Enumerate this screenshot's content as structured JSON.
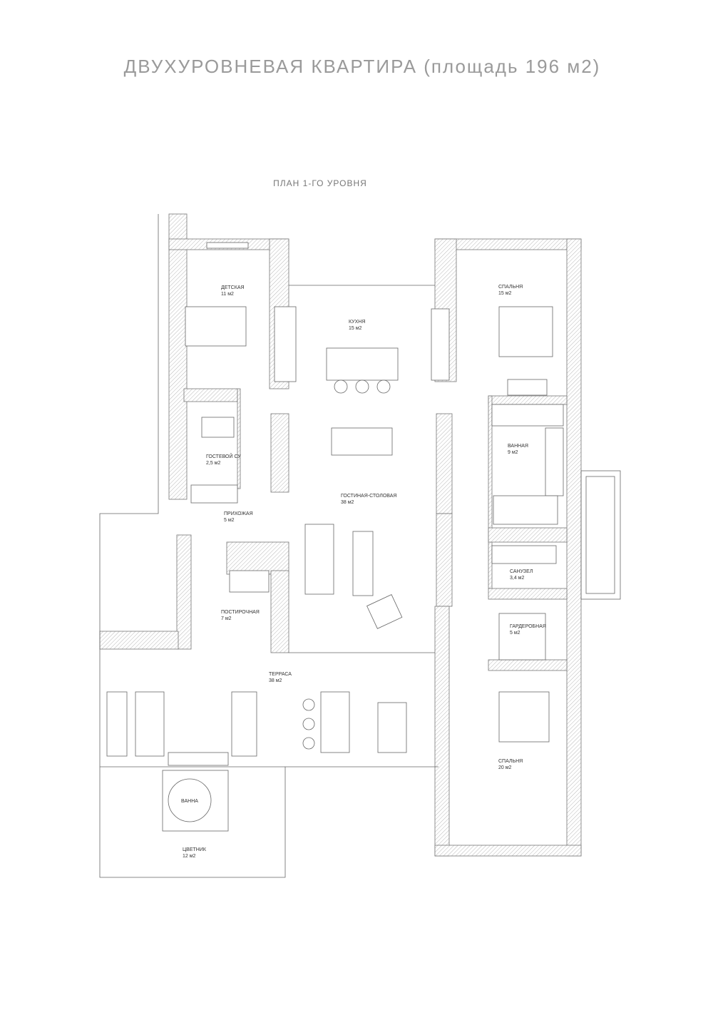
{
  "header": {
    "title": "ДВУХУРОВНЕВАЯ КВАРТИРА (площадь 196 м2)",
    "subtitle": "ПЛАН 1-ГО УРОВНЯ"
  },
  "rooms": [
    {
      "name": "ДЕТСКАЯ",
      "area": "11 м2"
    },
    {
      "name": "КУХНЯ",
      "area": "15 м2"
    },
    {
      "name": "СПАЛЬНЯ",
      "area": "15 м2"
    },
    {
      "name": "ГОСТЕВОЙ СУ",
      "area": "2,5 м2"
    },
    {
      "name": "ВАННАЯ",
      "area": "9 м2"
    },
    {
      "name": "ГОСТИНАЯ-СТОЛОВАЯ",
      "area": "38 м2"
    },
    {
      "name": "ПРИХОЖАЯ",
      "area": "5 м2"
    },
    {
      "name": "САНУЗЕЛ",
      "area": "3,4 м2"
    },
    {
      "name": "ПОСТИРОЧНАЯ",
      "area": "7 м2"
    },
    {
      "name": "ГАРДЕРОБНАЯ",
      "area": "5 м2"
    },
    {
      "name": "ТЕРРАСА",
      "area": "38 м2"
    },
    {
      "name": "СПАЛЬНЯ",
      "area": "20 м2"
    },
    {
      "name": "ЦВЕТНИК",
      "area": "12 м2"
    }
  ],
  "fixtures": {
    "hot_tub": "ВАННА"
  }
}
